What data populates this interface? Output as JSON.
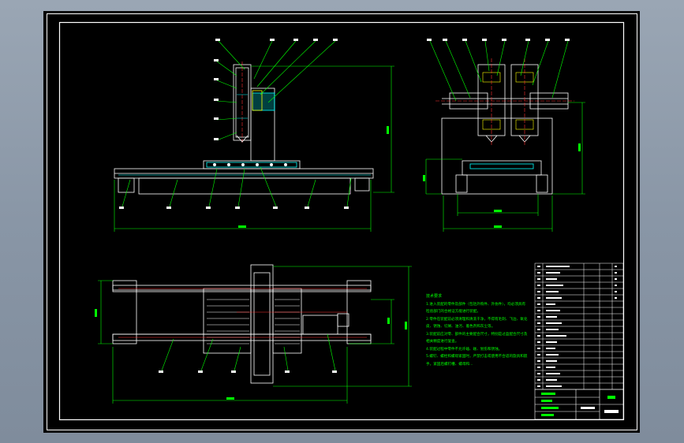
{
  "tech_notes": {
    "title": "技术要求",
    "lines": [
      "1.进入装配的零件及部件（包括外购件、外协件），均必须具有",
      "检验部门的合格证方能进行装配。",
      "2.零件在装配前必须清理和清洗干净，不得有毛刺、飞边、氧化",
      "皮、锈蚀、切屑、油污、着色剂和灰尘等。",
      "3.装配前应对零、部件的主要配合尺寸，特别是过盈配合尺寸及",
      "相关精度进行复查。",
      "4.装配过程中零件不允许磕、碰、划伤和锈蚀。",
      "5.螺钉、螺栓和螺母紧固时，严禁打击或使用不合适的旋具和扳",
      "手。紧固后螺钉槽、螺母和..."
    ]
  },
  "colors": {
    "frame": "#ffffff",
    "geometry": "#ffffff",
    "dimension": "#00ff00",
    "leader": "#00ff00",
    "hatch": "#00ffff",
    "centerline": "#ff3030",
    "section": "#ffff00"
  }
}
